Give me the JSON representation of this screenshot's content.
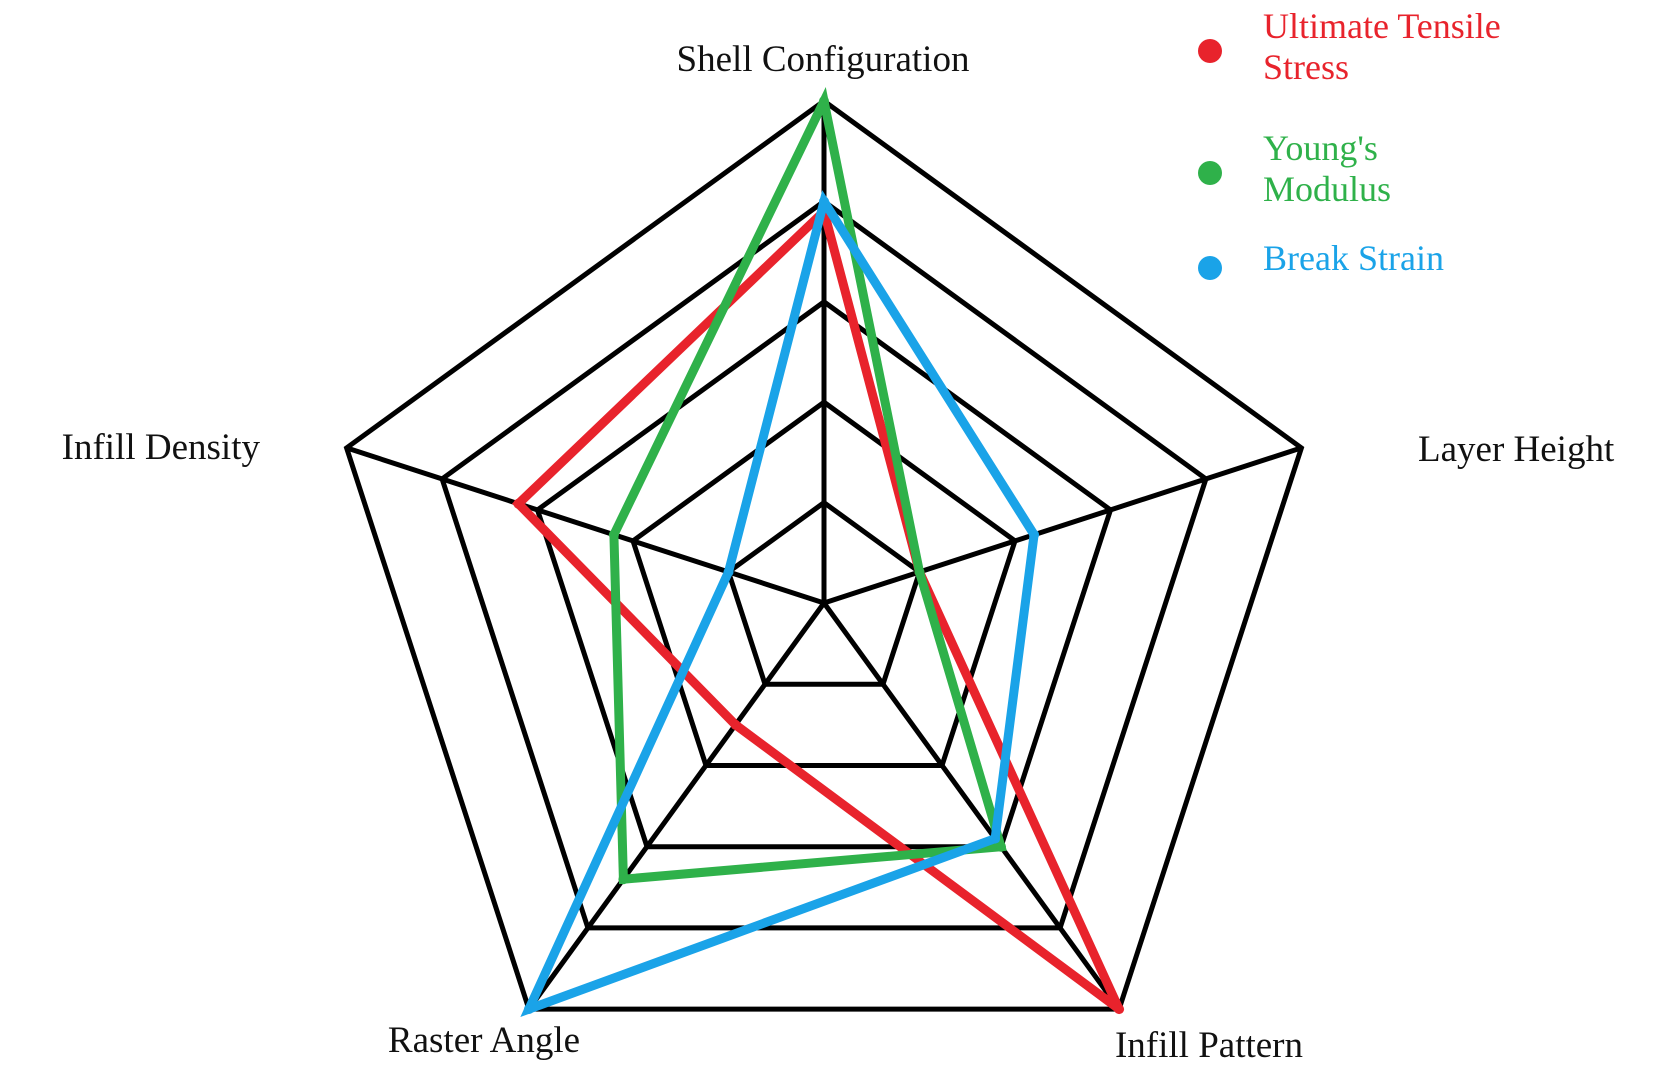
{
  "chart_data": {
    "type": "radar",
    "title": "",
    "axes": [
      "Shell Configuration",
      "Layer Height",
      "Infill Pattern",
      "Raster Angle",
      "Infill Density"
    ],
    "rings": 5,
    "range": [
      0,
      5
    ],
    "grid": true,
    "legend_position": "top-right",
    "series": [
      {
        "name": "Ultimate Tensile Stress",
        "lines": [
          "Ultimate Tensile",
          "Stress"
        ],
        "color": "#e8232c",
        "values": [
          3.9,
          1.0,
          5.0,
          1.5,
          3.2
        ]
      },
      {
        "name": "Young's Modulus",
        "lines": [
          "Young's",
          "Modulus"
        ],
        "color": "#2fb14a",
        "values": [
          5.0,
          1.0,
          3.0,
          3.4,
          2.2
        ]
      },
      {
        "name": "Break Strain",
        "lines": [
          "Break Strain"
        ],
        "color": "#1aa3e8",
        "values": [
          4.0,
          2.2,
          2.9,
          5.0,
          1.0
        ]
      }
    ]
  }
}
